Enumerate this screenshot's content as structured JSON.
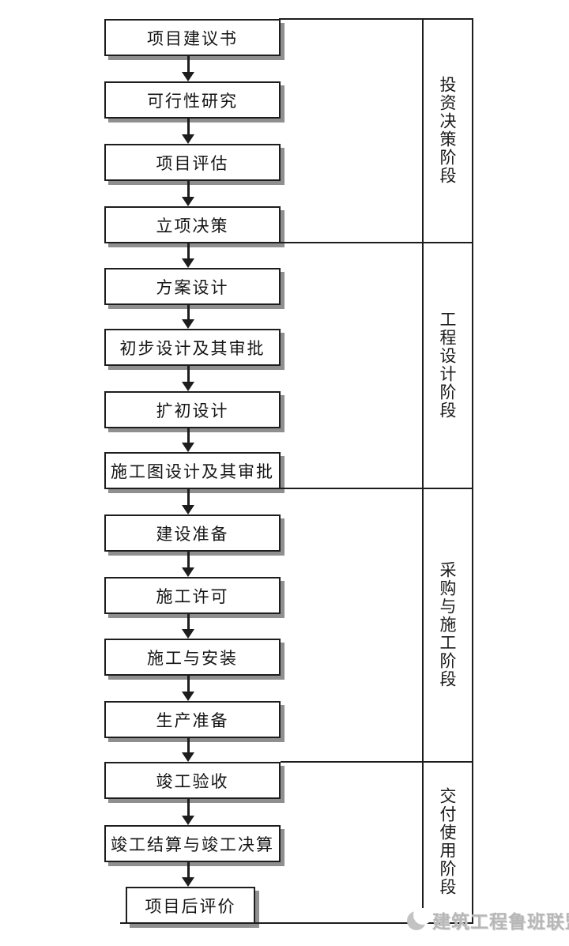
{
  "flow": {
    "boxes": [
      {
        "label": "项目建议书"
      },
      {
        "label": "可行性研究"
      },
      {
        "label": "项目评估"
      },
      {
        "label": "立项决策"
      },
      {
        "label": "方案设计"
      },
      {
        "label": "初步设计及其审批"
      },
      {
        "label": "扩初设计"
      },
      {
        "label": "施工图设计及其审批"
      },
      {
        "label": "建设准备"
      },
      {
        "label": "施工许可"
      },
      {
        "label": "施工与安装"
      },
      {
        "label": "生产准备"
      },
      {
        "label": "竣工验收"
      },
      {
        "label": "竣工结算与竣工决算"
      },
      {
        "label": "项目后评价"
      }
    ]
  },
  "phases": [
    {
      "label": "投资决策阶段"
    },
    {
      "label": "工程设计阶段"
    },
    {
      "label": "采购与施工阶段"
    },
    {
      "label": "交付使用阶段"
    }
  ],
  "watermark": {
    "text": "建筑工程鲁班联盟"
  },
  "colors": {
    "line": "#1d1d1d",
    "box_shadow": "#8f8f8f",
    "background": "#ffffff",
    "watermark": "#b7b7b7"
  }
}
